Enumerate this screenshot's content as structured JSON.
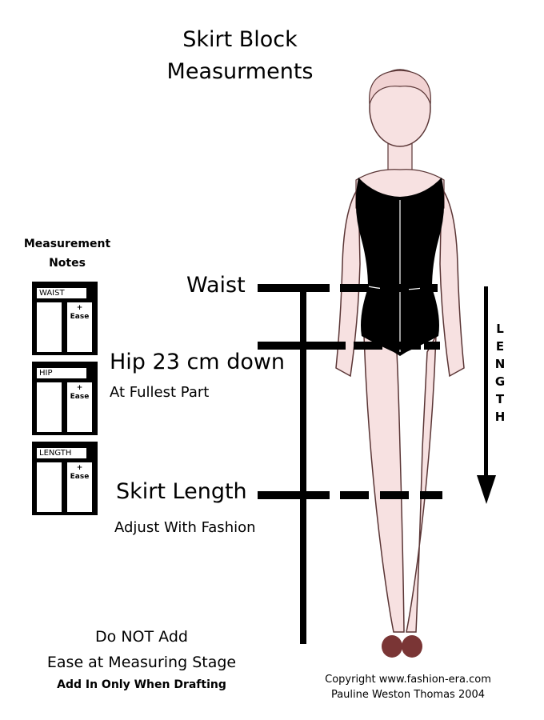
{
  "title": {
    "line1": "Skirt Block",
    "line2": "Measurments"
  },
  "notes": {
    "title_line1": "Measurement",
    "title_line2": "Notes",
    "boxes": [
      {
        "label": "WAIST",
        "plus": "+",
        "ease": "Ease"
      },
      {
        "label": "HIP",
        "plus": "+",
        "ease": "Ease"
      },
      {
        "label": "LENGTH",
        "plus": "+",
        "ease": "Ease"
      }
    ]
  },
  "markers": {
    "waist": "Waist",
    "hip": "Hip 23 cm down",
    "hip_sub": "At Fullest Part",
    "skirt_length": "Skirt Length",
    "skirt_length_sub": "Adjust With Fashion"
  },
  "length_letters": [
    "L",
    "E",
    "N",
    "G",
    "T",
    "H"
  ],
  "bottom_note": {
    "line1": "Do NOT Add",
    "line2": "Ease at Measuring Stage",
    "line3": "Add In Only When Drafting"
  },
  "copyright": {
    "line1": "Copyright www.fashion-era.com",
    "line2": "Pauline Weston Thomas 2004"
  },
  "colors": {
    "skin": "#f7e1e1",
    "outline": "#5a3535",
    "garment": "#000000",
    "shoe": "#7a3535"
  }
}
